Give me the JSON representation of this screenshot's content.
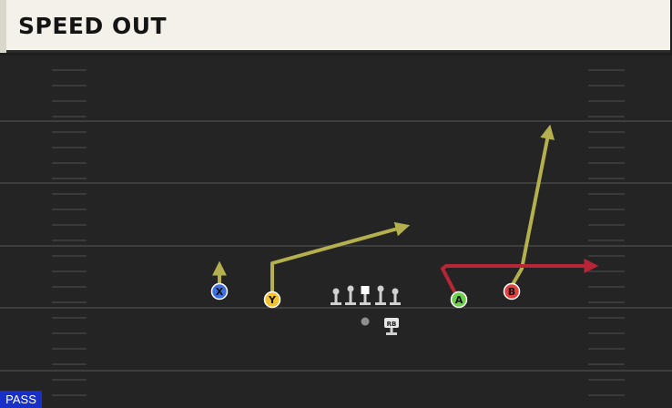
{
  "play": {
    "name": "SPEED OUT",
    "type": "PASS"
  },
  "players": {
    "x": {
      "label": "X",
      "color": "#3f6fe0"
    },
    "y": {
      "label": "Y",
      "color": "#f1c232"
    },
    "a": {
      "label": "A",
      "color": "#6ccf4a"
    },
    "b": {
      "label": "B",
      "color": "#e0413f"
    },
    "rb": {
      "label": "RB"
    }
  },
  "colors": {
    "route_primary": "#b5b04e",
    "route_secondary": "#b72636",
    "blocker": "#d0d0d0",
    "yard_line": "#3e3e3e",
    "hash_mark": "#3a3a3a"
  },
  "icons": {
    "route_arrow": "arrowhead",
    "blocker": "lineman-icon",
    "center": "center-icon",
    "quarterback": "qb-dot-icon"
  }
}
